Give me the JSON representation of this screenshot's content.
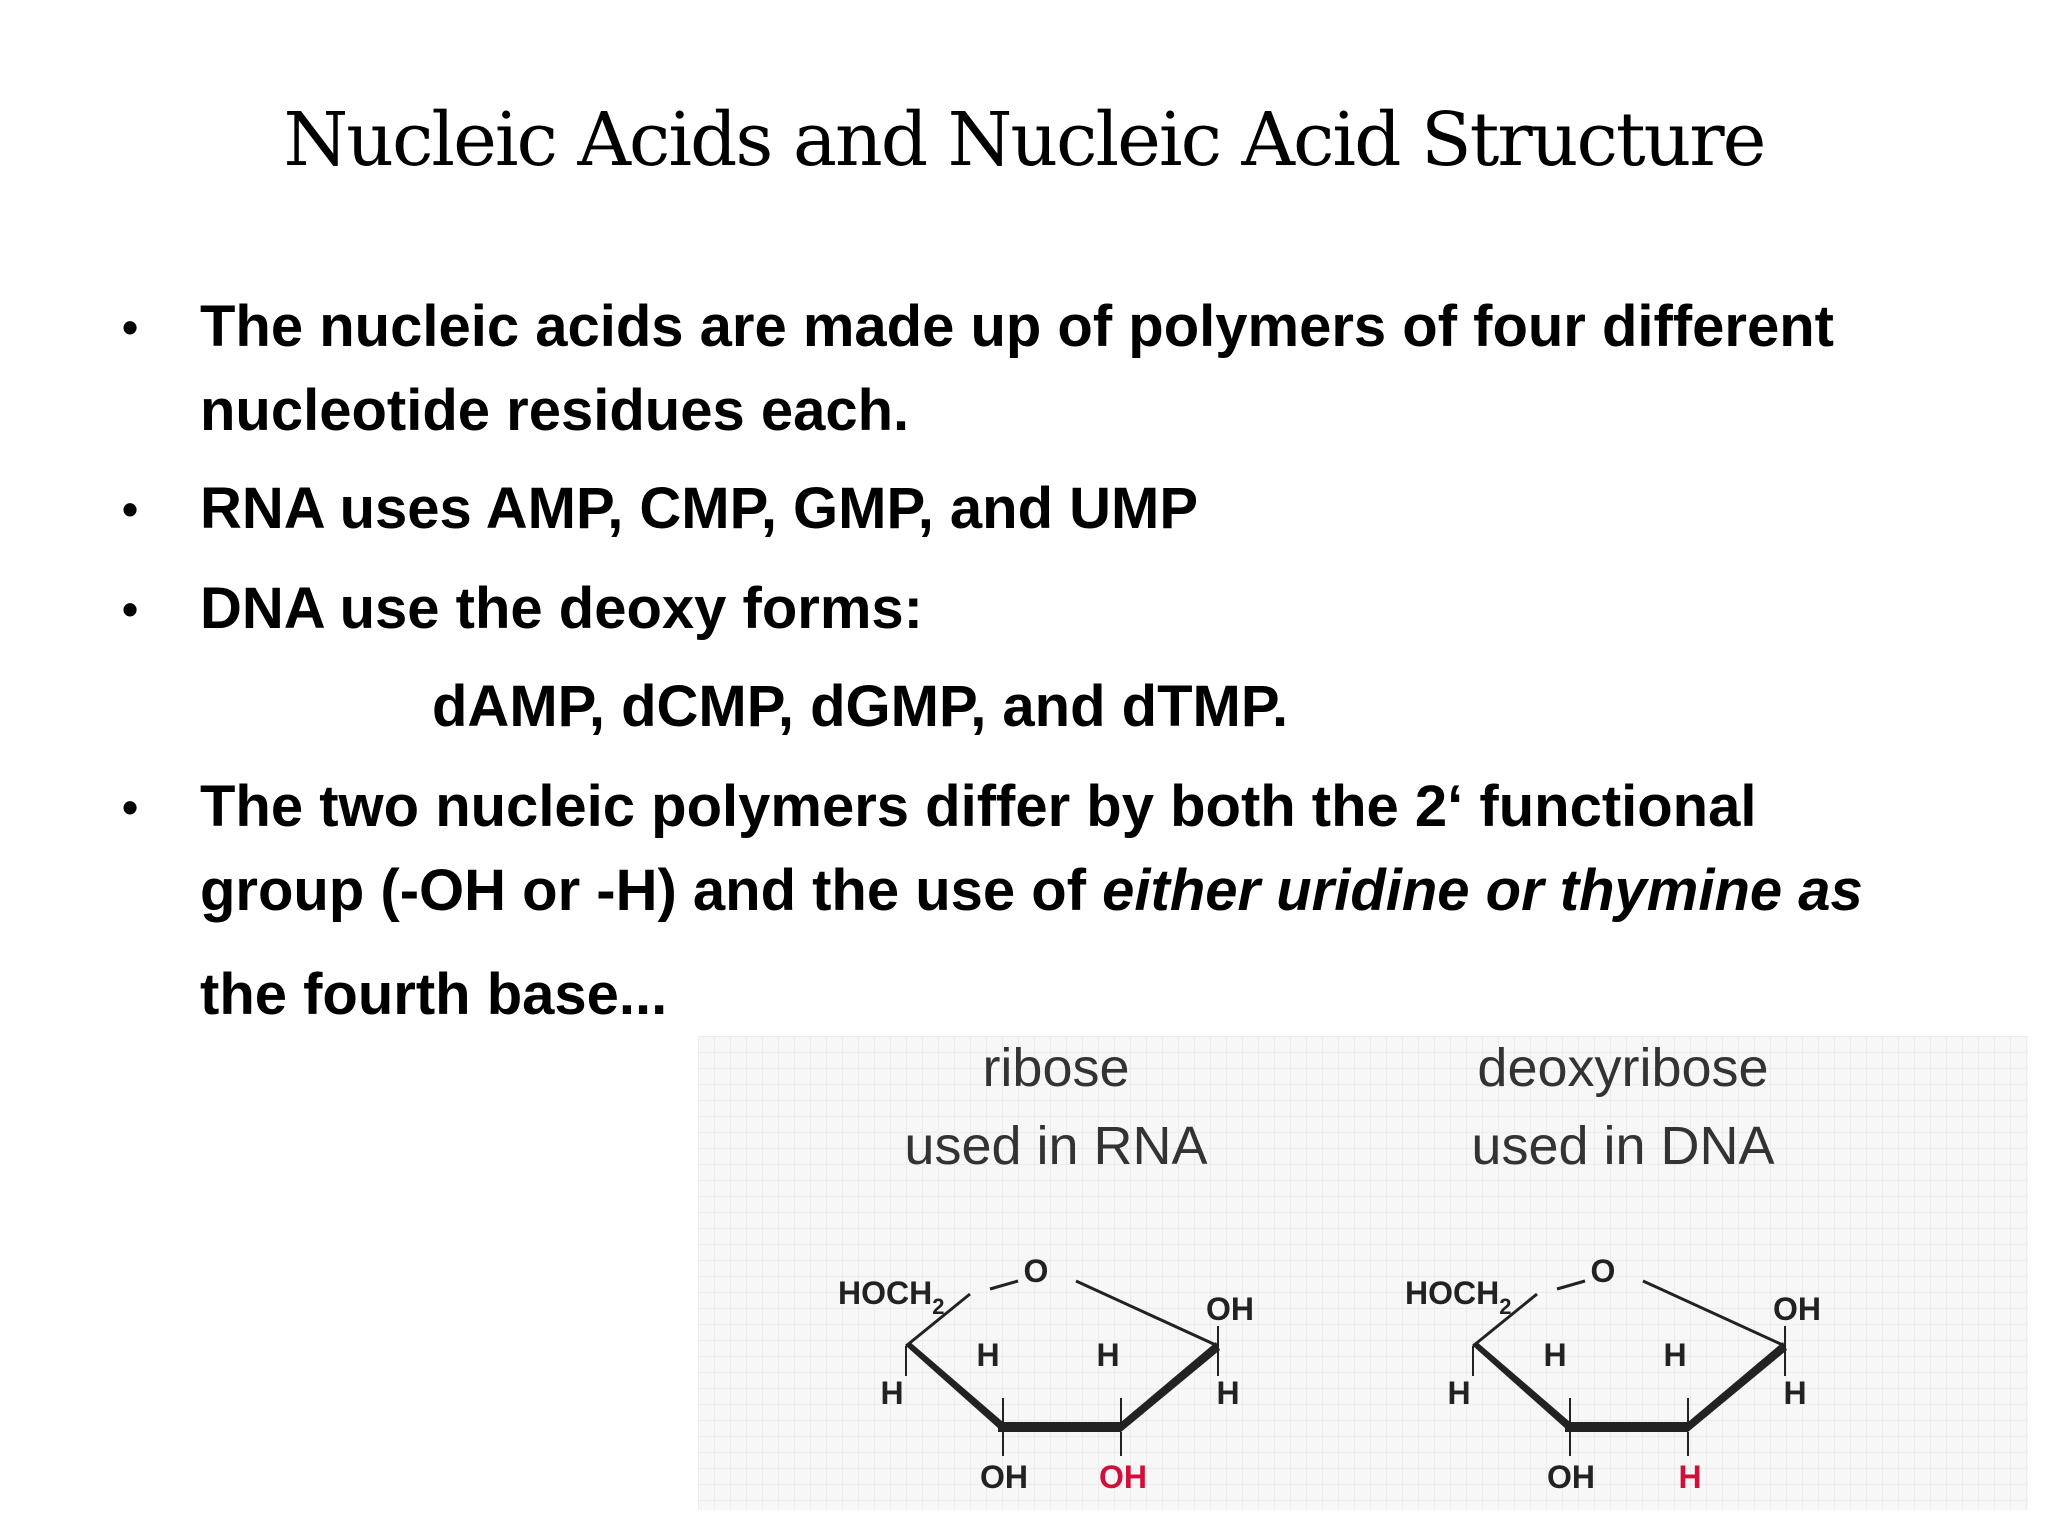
{
  "slide": {
    "title": "Nucleic Acids and Nucleic Acid Structure",
    "bullets": [
      {
        "line1": "The nucleic acids are made up of polymers of four different",
        "line2": "nucleotide residues each."
      },
      {
        "line1": "RNA uses AMP, CMP, GMP, and UMP"
      },
      {
        "line1": "DNA use the deoxy forms:",
        "indented": "dAMP, dCMP, dGMP, and dTMP."
      },
      {
        "line1": "The two nucleic polymers differ by both the 2‘ functional",
        "line2_regular": "group (-OH or -H) and the use of ",
        "line2_italic": "either uridine or thymine as",
        "line3": "the fourth base..."
      }
    ],
    "bullet_symbol": "•"
  },
  "diagram": {
    "ribose": {
      "title": "ribose",
      "subtitle": "used in RNA",
      "atoms": {
        "hoch2": "HOCH",
        "sub2": "2",
        "ring_o": "O",
        "oh_right": "OH",
        "h_left": "H",
        "h_inner1": "H",
        "h_inner2": "H",
        "h_right": "H",
        "oh_bottom1": "OH",
        "oh_bottom2": "OH"
      }
    },
    "deoxyribose": {
      "title": "deoxyribose",
      "subtitle": "used in DNA",
      "atoms": {
        "hoch2": "HOCH",
        "sub2": "2",
        "ring_o": "O",
        "oh_right": "OH",
        "h_left": "H",
        "h_inner1": "H",
        "h_inner2": "H",
        "h_right": "H",
        "oh_bottom1": "OH",
        "h_bottom2": "H"
      }
    },
    "colors": {
      "highlight": "#d0103a",
      "ink": "#222222"
    }
  }
}
